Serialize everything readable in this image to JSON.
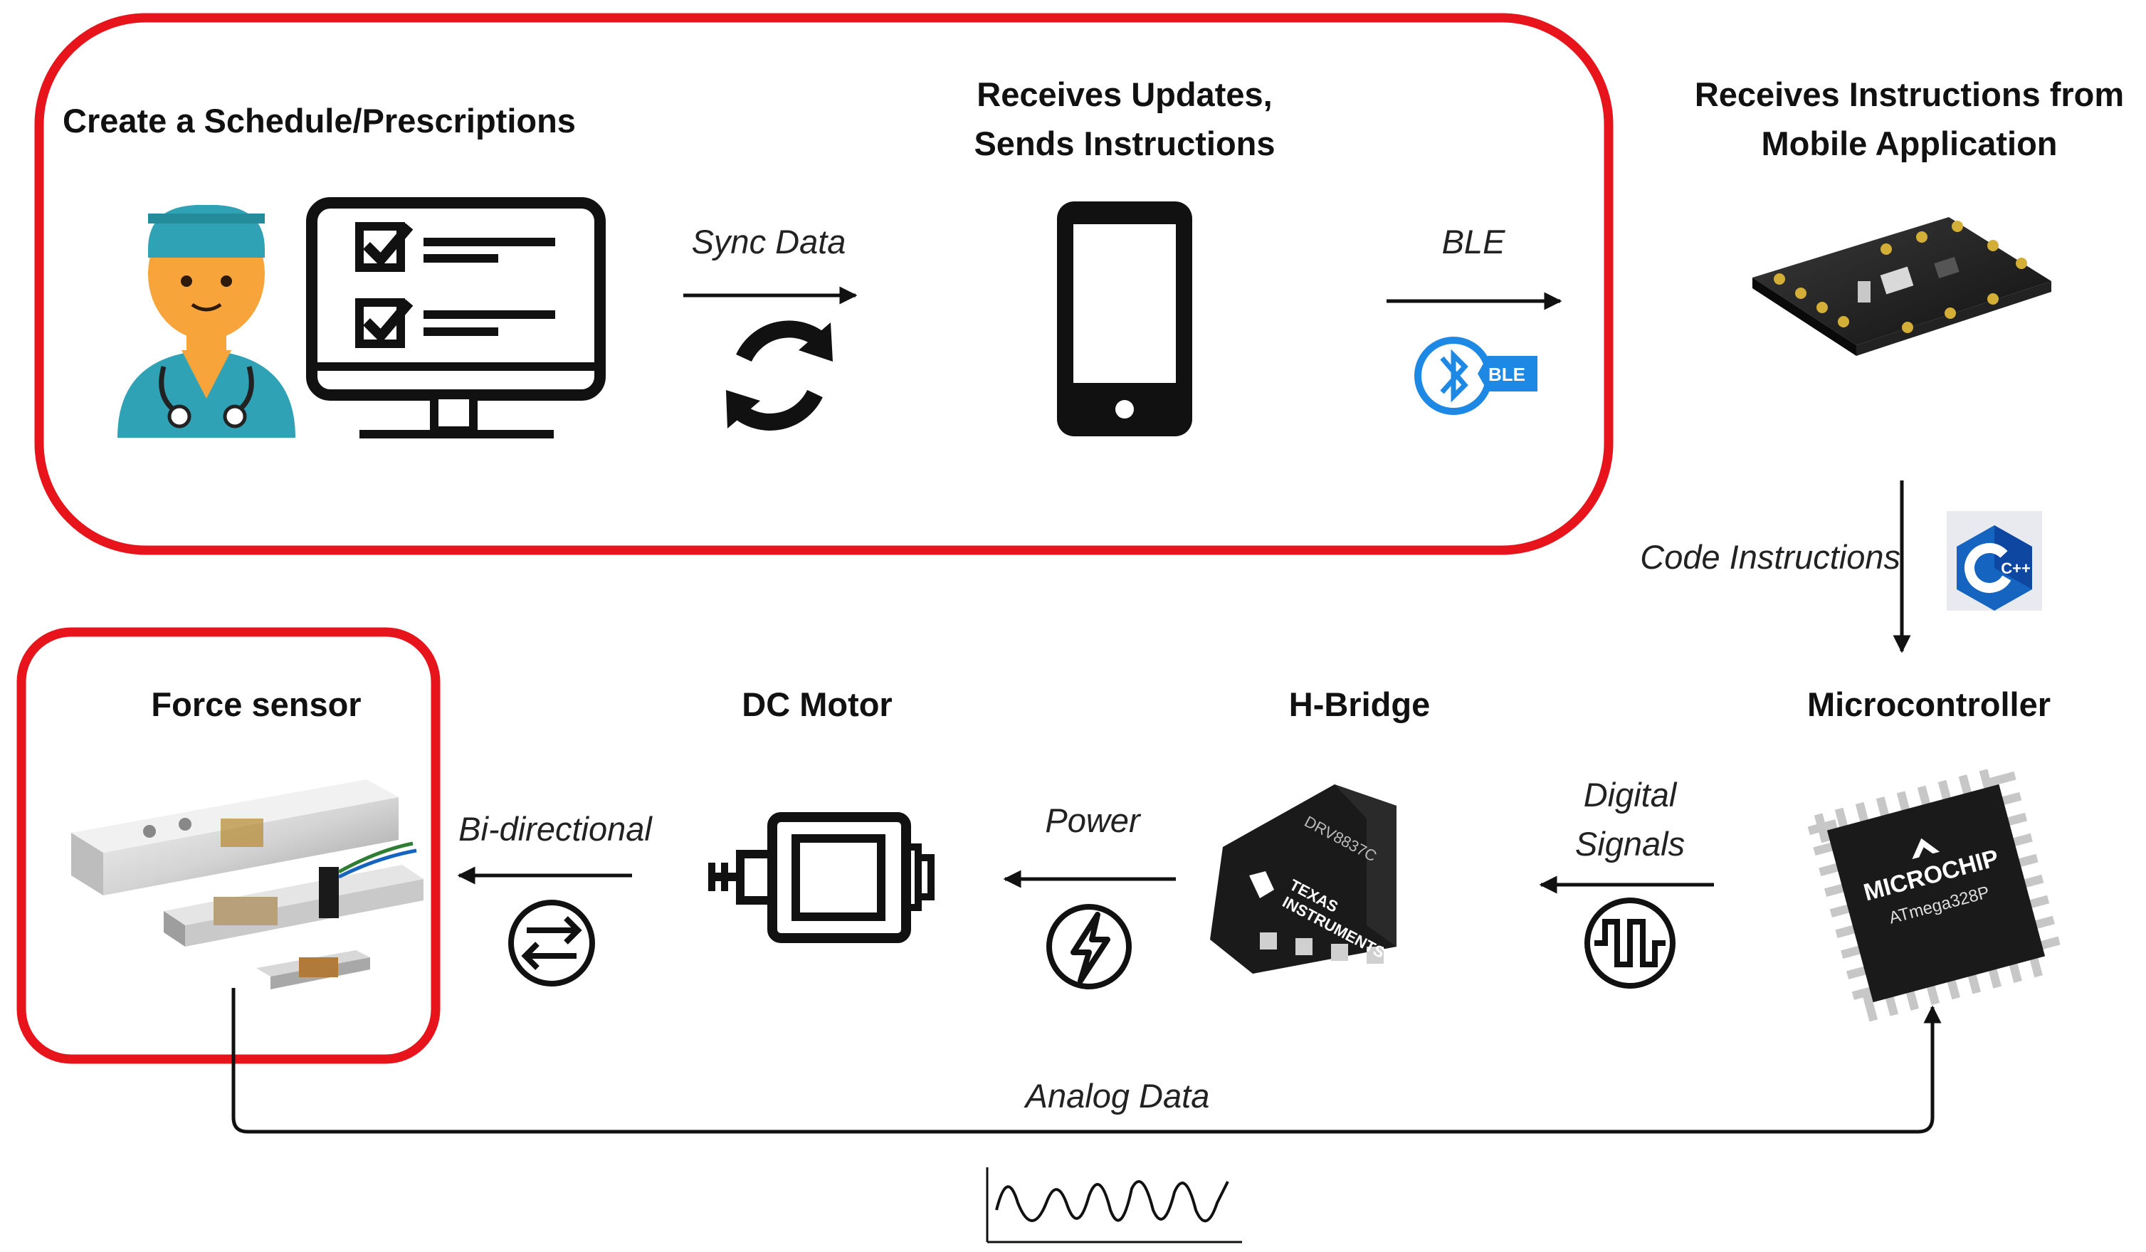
{
  "headings": {
    "create_schedule": "Create a Schedule/Prescriptions",
    "receives_updates": [
      "Receives Updates,",
      "Sends Instructions"
    ],
    "receives_instructions": [
      "Receives Instructions from",
      "Mobile Application"
    ],
    "force_sensor": "Force sensor",
    "dc_motor": "DC Motor",
    "h_bridge": "H-Bridge",
    "microcontroller": "Microcontroller"
  },
  "edges": {
    "sync_data": "Sync Data",
    "ble": "BLE",
    "code_instructions": "Code Instructions",
    "digital_signals": [
      "Digital",
      "Signals"
    ],
    "power": "Power",
    "bi_directional": "Bi-directional",
    "analog_data": "Analog Data"
  },
  "chip_text": {
    "h_bridge_part": "DRV8837C",
    "h_bridge_brand": [
      "TEXAS",
      "INSTRUMENTS"
    ],
    "mcu_brand": "MICROCHIP",
    "mcu_part": "ATmega328P"
  },
  "badges": {
    "ble_tag": "BLE",
    "cpp_tag": "C++"
  },
  "colors": {
    "highlight": "#e8141b",
    "line": "#111111",
    "doctor_skin": "#f7a43a",
    "doctor_scrubs": "#2fa3b5",
    "bluetooth": "#1e88e5",
    "cpp": "#1565c0"
  },
  "icons": [
    "doctor-icon",
    "checklist-monitor-icon",
    "sync-icon",
    "smartphone-icon",
    "bluetooth-icon",
    "dev-board-image",
    "cpp-logo-icon",
    "microchip-image",
    "h-bridge-chip-image",
    "square-wave-icon",
    "lightning-icon",
    "dc-motor-icon",
    "bidirectional-icon",
    "load-cell-image",
    "waveform-icon"
  ]
}
